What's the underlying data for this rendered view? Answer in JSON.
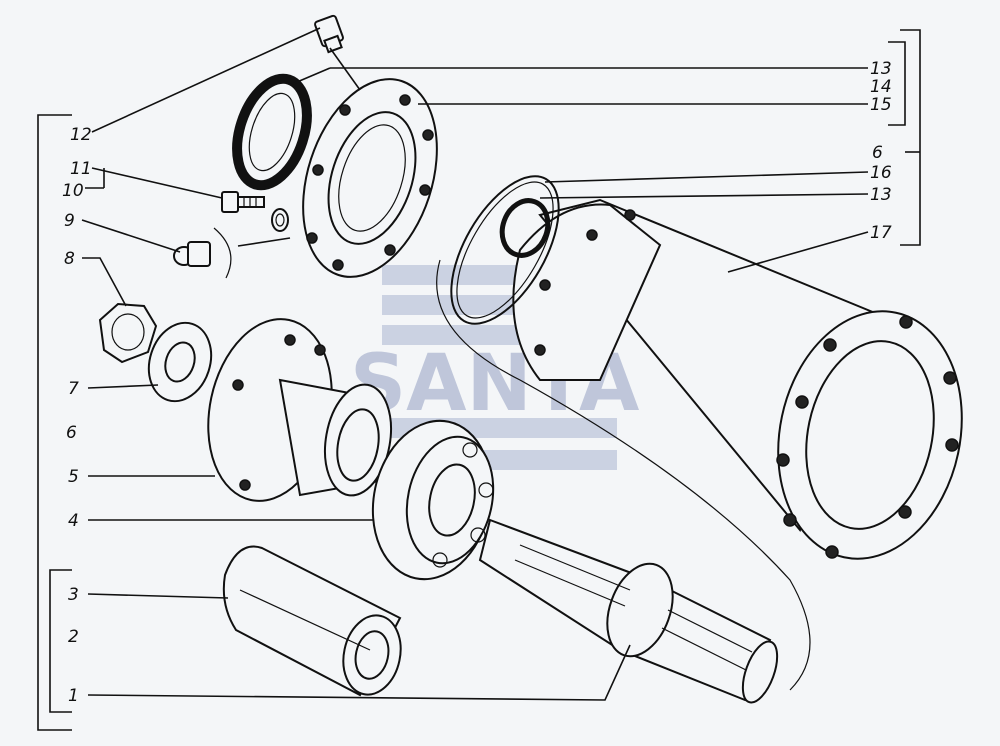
{
  "diagram": {
    "labels": {
      "l1": "1",
      "l2": "2",
      "l3": "3",
      "l4": "4",
      "l5": "5",
      "l6a": "6",
      "l6b": "6",
      "l7": "7",
      "l8": "8",
      "l9": "9",
      "l10": "10",
      "l11": "11",
      "l12": "12",
      "l13a": "13",
      "l13b": "13",
      "l14": "14",
      "l15": "15",
      "l16": "16",
      "l17": "17"
    },
    "watermark": "SANTA"
  }
}
